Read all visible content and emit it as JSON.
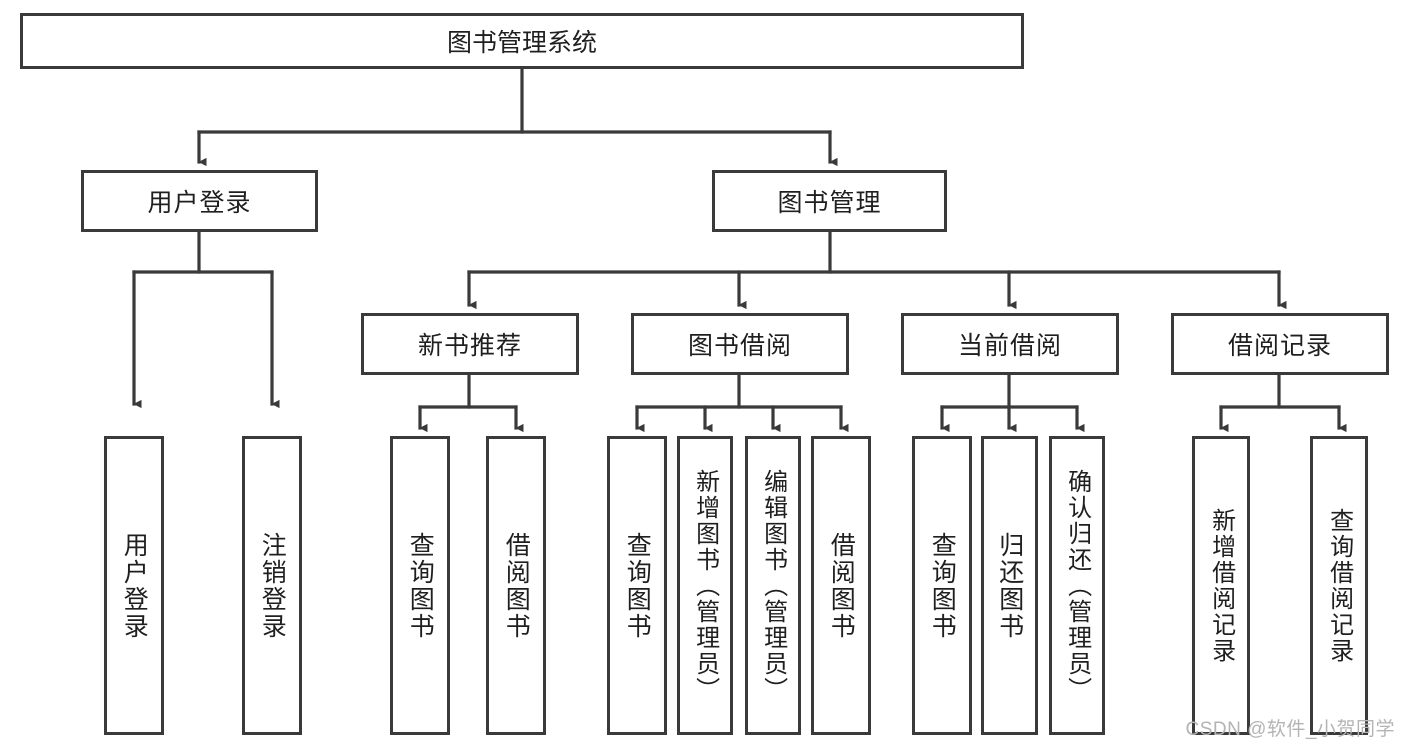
{
  "diagram": {
    "type": "tree",
    "title": "图书管理系统",
    "root": {
      "id": "root",
      "label": "图书管理系统"
    },
    "level2": [
      {
        "id": "user-login",
        "label": "用户登录"
      },
      {
        "id": "book-manage",
        "label": "图书管理"
      }
    ],
    "level3": [
      {
        "id": "new-book-recommend",
        "label": "新书推荐",
        "parent": "book-manage"
      },
      {
        "id": "book-borrow",
        "label": "图书借阅",
        "parent": "book-manage"
      },
      {
        "id": "current-borrow",
        "label": "当前借阅",
        "parent": "book-manage"
      },
      {
        "id": "borrow-record",
        "label": "借阅记录",
        "parent": "book-manage"
      }
    ],
    "leaves": {
      "user_login": [
        {
          "id": "leaf-user-login",
          "label": "用户登录"
        },
        {
          "id": "leaf-user-logout",
          "label": "注销登录"
        }
      ],
      "new_book_recommend": [
        {
          "id": "leaf-query-book-1",
          "label": "查询图书"
        },
        {
          "id": "leaf-borrow-book-1",
          "label": "借阅图书"
        }
      ],
      "book_borrow": [
        {
          "id": "leaf-query-book-2",
          "label": "查询图书"
        },
        {
          "id": "leaf-add-book",
          "label": "新增图书（管理员）"
        },
        {
          "id": "leaf-edit-book",
          "label": "编辑图书（管理员）"
        },
        {
          "id": "leaf-borrow-book-2",
          "label": "借阅图书"
        }
      ],
      "current_borrow": [
        {
          "id": "leaf-query-book-3",
          "label": "查询图书"
        },
        {
          "id": "leaf-return-book",
          "label": "归还图书"
        },
        {
          "id": "leaf-confirm-return",
          "label": "确认归还（管理员）"
        }
      ],
      "borrow_record": [
        {
          "id": "leaf-add-record",
          "label": "新增借阅记录"
        },
        {
          "id": "leaf-query-record",
          "label": "查询借阅记录"
        }
      ]
    }
  },
  "watermark": {
    "text": "CSDN @软件_小贺同学"
  },
  "colors": {
    "border": "#3a3a3a",
    "background": "#ffffff",
    "text": "#1f1f1f",
    "watermark": "#b4b4b4"
  }
}
